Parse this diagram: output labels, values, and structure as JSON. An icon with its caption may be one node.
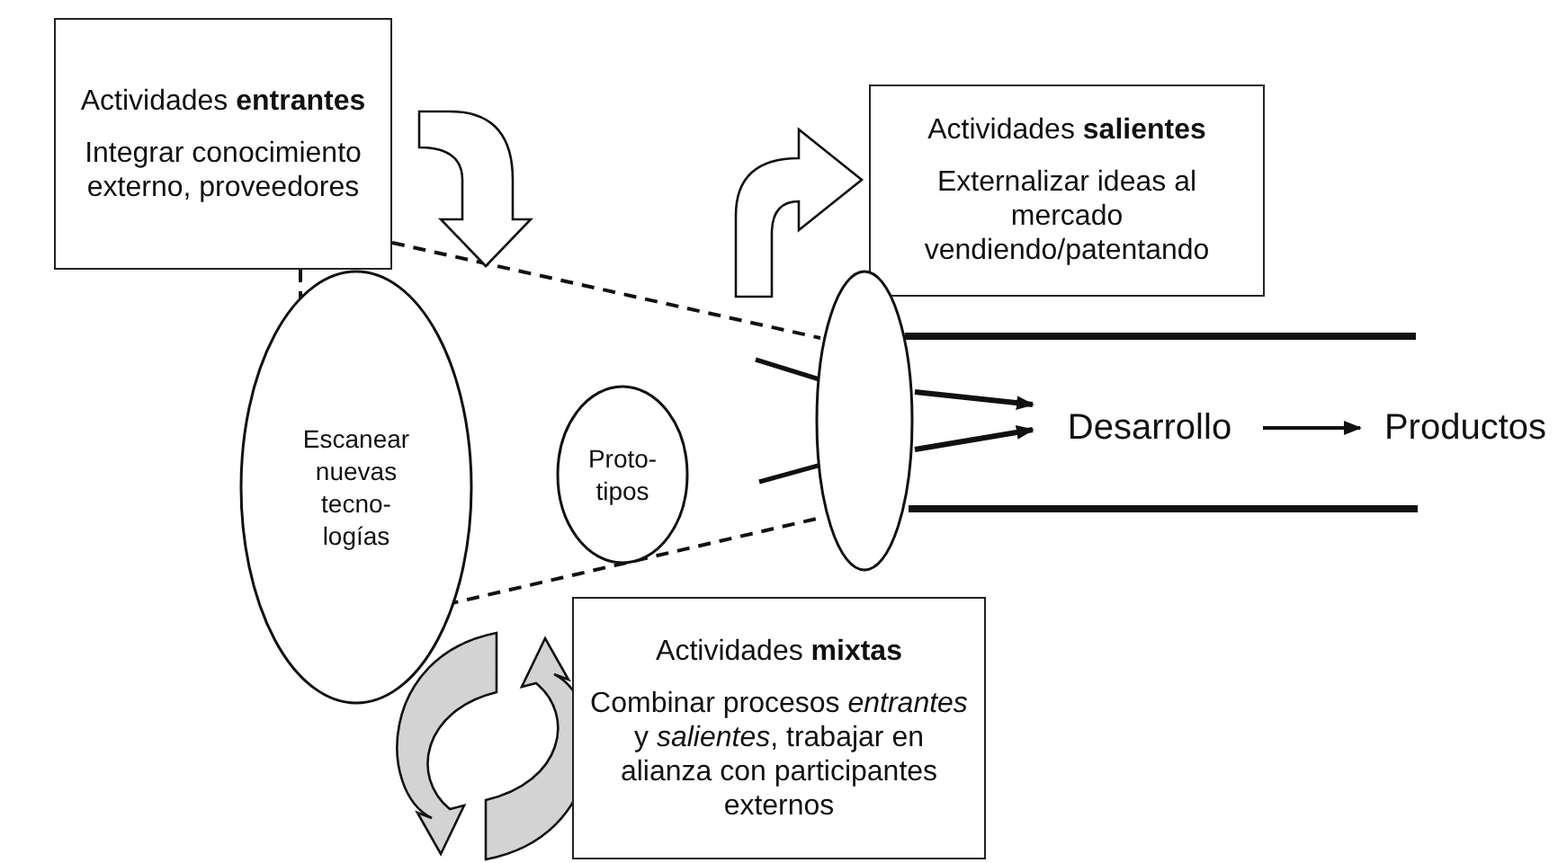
{
  "diagram": {
    "nodes": [
      {
        "text": [
          "Actividades **entrantes**",
          "Integrar conocimiento externo, proveedores"
        ]
      },
      {
        "text": [
          "Actividades **salientes**",
          "Externalizar ideas al mercado vendiendo/patentando"
        ]
      },
      {
        "text": [
          "Escanear nuevas tecno- logías"
        ]
      },
      {
        "text": [
          "Proto- tipos"
        ]
      },
      {
        "text": [],
        "shape": "ellipse"
      },
      {
        "text": [
          "Desarrollo"
        ]
      },
      {
        "text": [
          "Productos"
        ]
      },
      {
        "text": [
          "Actividades **mixtas**",
          "Combinar procesos *entrantes* y *salientes*, trabajar en alianza con participantes externos"
        ]
      }
    ],
    "edges": [
      {
        "from": 4,
        "to": 5,
        "arrow": "to"
      },
      {
        "from": 4,
        "to": 5,
        "arrow": "to"
      },
      {
        "from": 5,
        "to": 6,
        "arrow": "to"
      },
      {
        "from": 0,
        "to": null,
        "arrow": "to"
      },
      {
        "from": null,
        "to": 1,
        "arrow": "to"
      }
    ]
  }
}
